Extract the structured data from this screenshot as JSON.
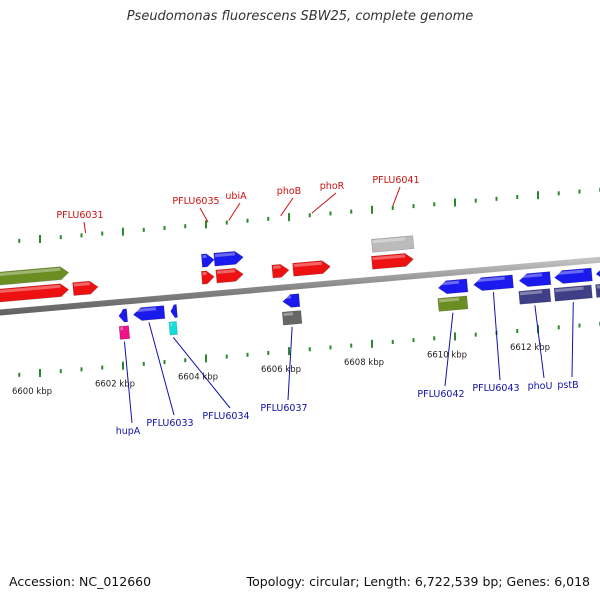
{
  "title": "Pseudomonas fluorescens SBW25, complete genome",
  "footer": {
    "accession": "Accession: NC_012660",
    "summary": "Topology: circular; Length: 6,722,539 bp; Genes: 6,018"
  },
  "colors": {
    "background": "#ffffff",
    "backbone": "#8a8a8a",
    "tick": "#2a8a2a",
    "label_forward": "#cc1111",
    "label_reverse": "#1111aa",
    "scale_text": "#222222"
  },
  "scale_labels": [
    {
      "label": "6600 kbp",
      "kbp": 6600
    },
    {
      "label": "6602 kbp",
      "kbp": 6602
    },
    {
      "label": "6604 kbp",
      "kbp": 6604
    },
    {
      "label": "6606 kbp",
      "kbp": 6606
    },
    {
      "label": "6608 kbp",
      "kbp": 6608
    },
    {
      "label": "6610 kbp",
      "kbp": 6610
    },
    {
      "label": "6612 kbp",
      "kbp": 6612
    }
  ],
  "genes": [
    {
      "id": "g-olive-1",
      "strand": 1,
      "row": 0,
      "start": 6598.1,
      "end": 6600.7,
      "color": "#6b8e23",
      "dir": 1,
      "label": ""
    },
    {
      "id": "g-red-1",
      "strand": 1,
      "row": 1,
      "start": 6598.1,
      "end": 6600.7,
      "color": "#ee1111",
      "dir": 1,
      "label": ""
    },
    {
      "id": "g-red-2",
      "strand": 1,
      "row": 1,
      "start": 6600.8,
      "end": 6601.4,
      "color": "#ee1111",
      "dir": 1,
      "label": "PFLU6031"
    },
    {
      "id": "g-blue-1",
      "strand": 1,
      "row": 0,
      "start": 6603.9,
      "end": 6604.2,
      "color": "#1a1aee",
      "dir": 1,
      "label": "PFLU6035"
    },
    {
      "id": "g-blue-2",
      "strand": 1,
      "row": 0,
      "start": 6604.2,
      "end": 6604.9,
      "color": "#1a1aee",
      "dir": 1,
      "label": "ubiA"
    },
    {
      "id": "g-red-3",
      "strand": 1,
      "row": 1,
      "start": 6603.9,
      "end": 6604.2,
      "color": "#ee1111",
      "dir": 1,
      "label": ""
    },
    {
      "id": "g-red-4",
      "strand": 1,
      "row": 1,
      "start": 6604.25,
      "end": 6604.9,
      "color": "#ee1111",
      "dir": 1,
      "label": ""
    },
    {
      "id": "g-red-5",
      "strand": 1,
      "row": 1,
      "start": 6605.6,
      "end": 6606.0,
      "color": "#ee1111",
      "dir": 1,
      "label": "phoB"
    },
    {
      "id": "g-red-6",
      "strand": 1,
      "row": 1,
      "start": 6606.1,
      "end": 6607.0,
      "color": "#ee1111",
      "dir": 1,
      "label": "phoR"
    },
    {
      "id": "g-grey-1",
      "strand": 1,
      "row": 0,
      "start": 6608.0,
      "end": 6609.0,
      "color": "#bbbbbb",
      "dir": 0,
      "label": ""
    },
    {
      "id": "g-red-7",
      "strand": 1,
      "row": 1,
      "start": 6608.0,
      "end": 6609.0,
      "color": "#ee1111",
      "dir": 1,
      "label": "PFLU6041"
    },
    {
      "id": "g-blue-r1",
      "strand": -1,
      "row": 0,
      "start": 6601.9,
      "end": 6602.1,
      "color": "#1a1aee",
      "dir": -1,
      "label": ""
    },
    {
      "id": "g-blue-r2",
      "strand": -1,
      "row": 0,
      "start": 6602.25,
      "end": 6603.0,
      "color": "#1a1aee",
      "dir": -1,
      "label": "PFLU6033"
    },
    {
      "id": "g-blue-r3",
      "strand": -1,
      "row": 0,
      "start": 6603.15,
      "end": 6603.3,
      "color": "#1a1aee",
      "dir": -1,
      "label": ""
    },
    {
      "id": "g-magenta-1",
      "strand": -1,
      "row": 1,
      "start": 6601.92,
      "end": 6602.15,
      "color": "#ee1188",
      "dir": 0,
      "label": "hupA"
    },
    {
      "id": "g-cyan-1",
      "strand": -1,
      "row": 1,
      "start": 6603.12,
      "end": 6603.3,
      "color": "#11dddd",
      "dir": 0,
      "label": "PFLU6034"
    },
    {
      "id": "g-blue-r4",
      "strand": -1,
      "row": 0,
      "start": 6605.85,
      "end": 6606.25,
      "color": "#1a1aee",
      "dir": -1,
      "label": ""
    },
    {
      "id": "g-grey-r1",
      "strand": -1,
      "row": 1,
      "start": 6605.85,
      "end": 6606.3,
      "color": "#666666",
      "dir": 0,
      "label": "PFLU6037"
    },
    {
      "id": "g-blue-r5",
      "strand": -1,
      "row": 0,
      "start": 6609.6,
      "end": 6610.3,
      "color": "#1a1aee",
      "dir": -1,
      "label": ""
    },
    {
      "id": "g-olive-r1",
      "strand": -1,
      "row": 1,
      "start": 6609.6,
      "end": 6610.3,
      "color": "#6b8e23",
      "dir": 0,
      "label": "PFLU6042"
    },
    {
      "id": "g-blue-r6",
      "strand": -1,
      "row": 0,
      "start": 6610.45,
      "end": 6611.4,
      "color": "#1a1aee",
      "dir": -1,
      "label": "PFLU6043"
    },
    {
      "id": "g-blue-r7",
      "strand": -1,
      "row": 0,
      "start": 6611.55,
      "end": 6612.3,
      "color": "#1a1aee",
      "dir": -1,
      "label": ""
    },
    {
      "id": "g-navy-r1",
      "strand": -1,
      "row": 1,
      "start": 6611.55,
      "end": 6612.3,
      "color": "#3f3f88",
      "dir": 0,
      "label": "phoU"
    },
    {
      "id": "g-blue-r8",
      "strand": -1,
      "row": 0,
      "start": 6612.4,
      "end": 6613.3,
      "color": "#1a1aee",
      "dir": -1,
      "label": ""
    },
    {
      "id": "g-navy-r2",
      "strand": -1,
      "row": 1,
      "start": 6612.4,
      "end": 6613.3,
      "color": "#3f3f88",
      "dir": 0,
      "label": "pstB"
    },
    {
      "id": "g-blue-r9",
      "strand": -1,
      "row": 0,
      "start": 6613.4,
      "end": 6614.5,
      "color": "#1a1aee",
      "dir": -1,
      "label": ""
    },
    {
      "id": "g-navy-r3",
      "strand": -1,
      "row": 1,
      "start": 6613.4,
      "end": 6614.5,
      "color": "#3f3f88",
      "dir": 0,
      "label": ""
    }
  ]
}
